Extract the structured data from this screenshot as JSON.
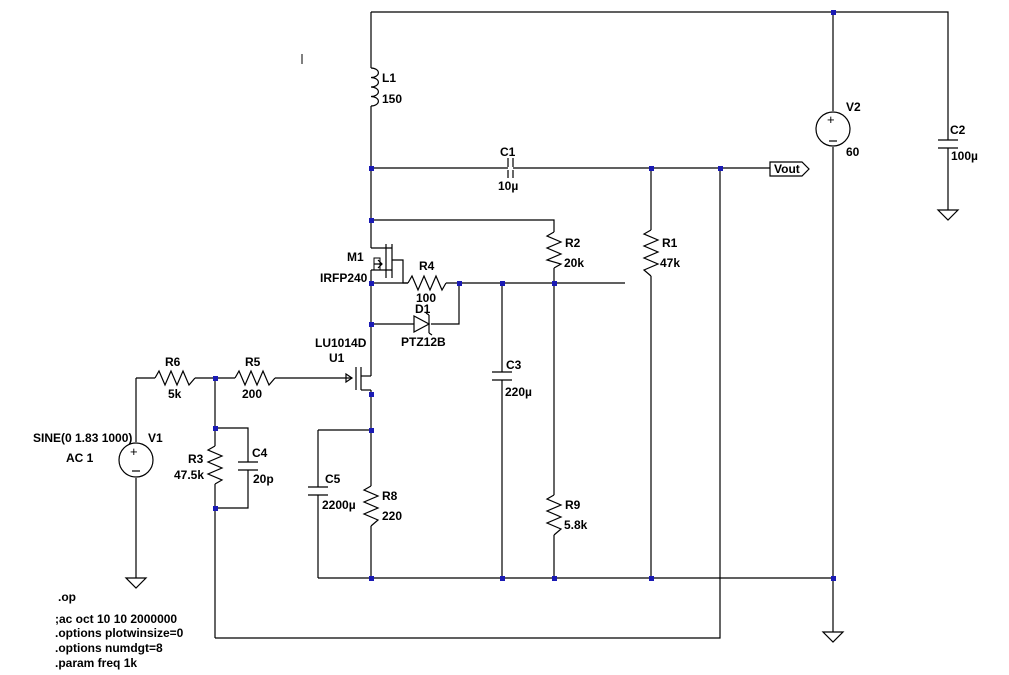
{
  "schematic": {
    "components": {
      "L1": {
        "name": "L1",
        "value": "150"
      },
      "C1": {
        "name": "C1",
        "value": "10µ"
      },
      "C2": {
        "name": "C2",
        "value": "100µ"
      },
      "C3": {
        "name": "C3",
        "value": "220µ"
      },
      "C4": {
        "name": "C4",
        "value": "20p"
      },
      "C5": {
        "name": "C5",
        "value": "2200µ"
      },
      "R1": {
        "name": "R1",
        "value": "47k"
      },
      "R2": {
        "name": "R2",
        "value": "20k"
      },
      "R3": {
        "name": "R3",
        "value": "47.5k"
      },
      "R4": {
        "name": "R4",
        "value": "100"
      },
      "R5": {
        "name": "R5",
        "value": "200"
      },
      "R6": {
        "name": "R6",
        "value": "5k"
      },
      "R8": {
        "name": "R8",
        "value": "220"
      },
      "R9": {
        "name": "R9",
        "value": "5.8k"
      },
      "V1": {
        "name": "V1",
        "value": "SINE(0 1.83 1000)",
        "ac": "AC 1"
      },
      "V2": {
        "name": "V2",
        "value": "60"
      },
      "M1": {
        "name": "M1",
        "value": "IRFP240"
      },
      "U1": {
        "name": "U1",
        "value": "LU1014D"
      },
      "D1": {
        "name": "D1",
        "value": "PTZ12B"
      }
    },
    "net_label": "Vout",
    "directives": [
      ".op",
      ";ac oct 10 10 2000000",
      ".options plotwinsize=0",
      ".options numdgt=8",
      ".param freq 1k"
    ]
  }
}
